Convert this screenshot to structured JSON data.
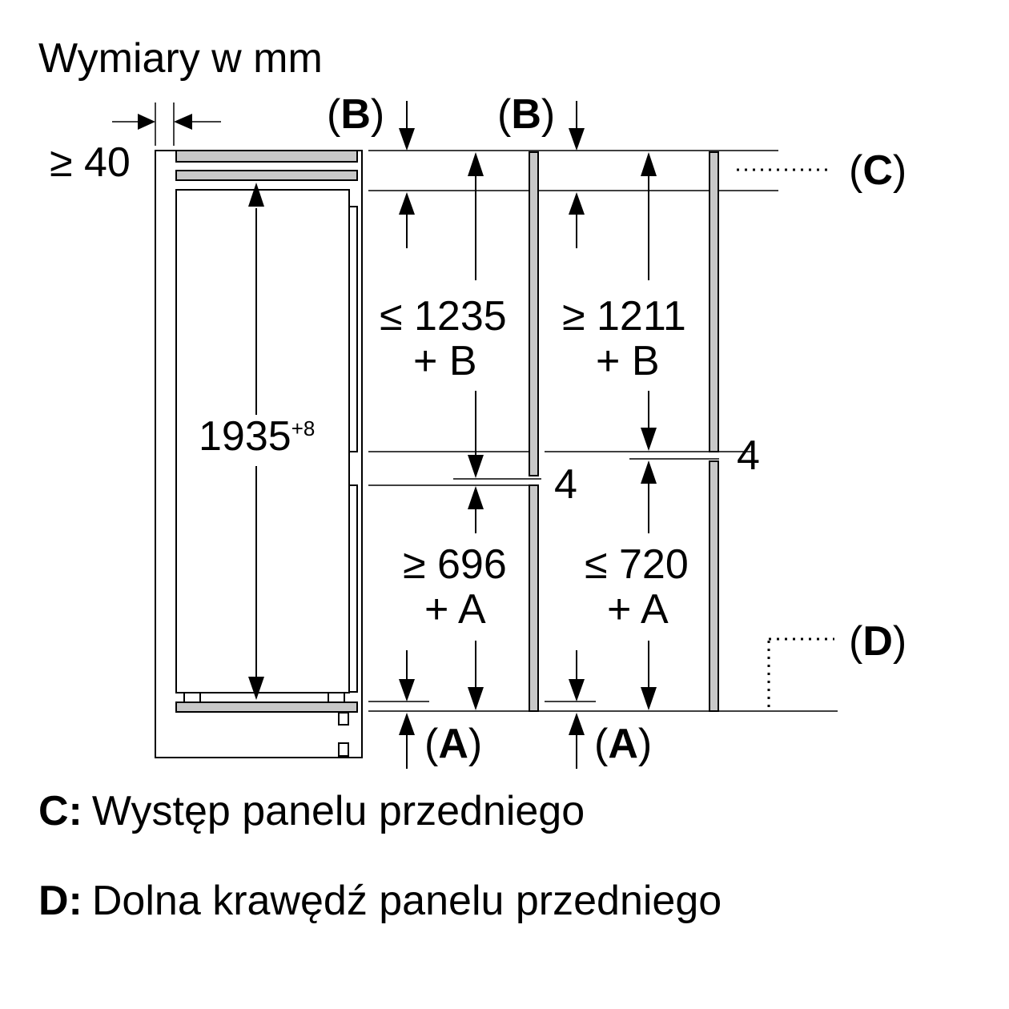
{
  "title": "Wymiary w mm",
  "labels": {
    "ge40": "≥ 40",
    "b_left": "B",
    "b_right": "B",
    "c_label": "C",
    "d_label": "D",
    "a_left": "A",
    "a_right": "A",
    "height_main": "1935",
    "height_tol": "+8",
    "upper_left": "≤ 1235",
    "upper_left_suffix": "+ B",
    "upper_right": "≥ 1211",
    "upper_right_suffix": "+ B",
    "lower_left": "≥ 696",
    "lower_left_suffix": "+ A",
    "lower_right": "≤ 720",
    "lower_right_suffix": "+ A",
    "gap_left": "4",
    "gap_right": "4"
  },
  "legend": [
    {
      "key": "C:",
      "text": "Występ panelu przedniego"
    },
    {
      "key": "D:",
      "text": "Dolna krawędź panelu przedniego"
    }
  ],
  "colors": {
    "line": "#000000",
    "panel": "#c8c8c8",
    "background": "#ffffff"
  }
}
